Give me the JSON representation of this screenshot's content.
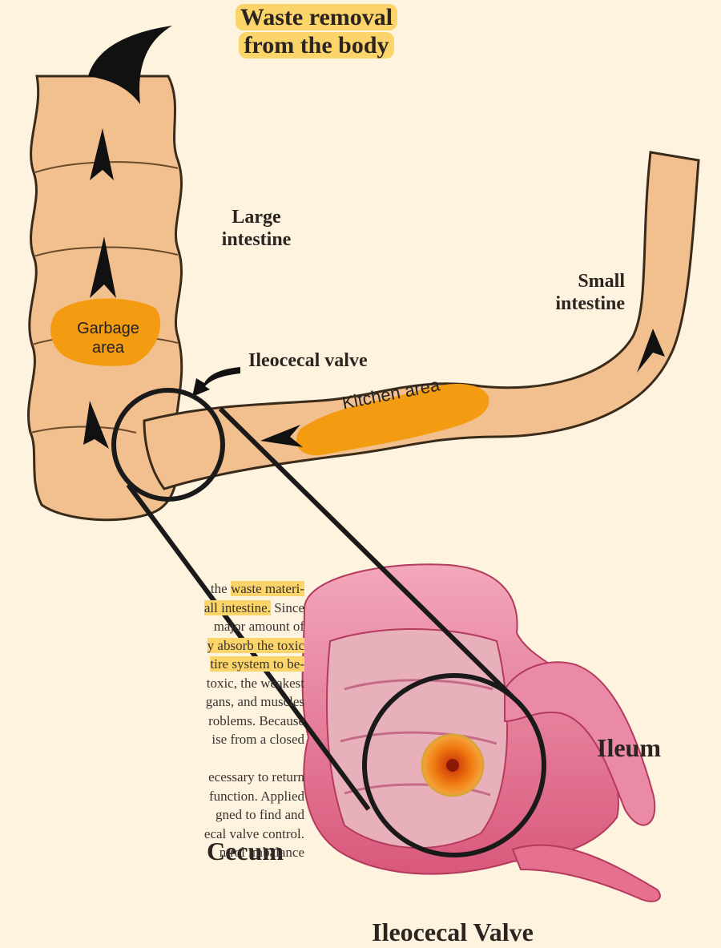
{
  "labels": {
    "waste_removal_1": "Waste removal",
    "waste_removal_2": "from the body",
    "large_intestine_1": "Large",
    "large_intestine_2": "intestine",
    "small_intestine_1": "Small",
    "small_intestine_2": "intestine",
    "ileocecal_valve": "Ileocecal valve",
    "garbage_area_1": "Garbage",
    "garbage_area_2": "area",
    "kitchen_area": "Kitchen area",
    "ileum": "Ileum",
    "cecum": "Cecum",
    "ileocecal_valve_caption": "Ileocecal Valve"
  },
  "body_text": {
    "lines": [
      {
        "plain": "the ",
        "highlight": "waste materi-"
      },
      {
        "plain": "",
        "highlight": "all intestine.",
        "tail": " Since"
      },
      {
        "plain": "major amount of"
      },
      {
        "plain": "",
        "highlight": "y absorb the toxic"
      },
      {
        "plain": "",
        "highlight": "tire system to be-"
      },
      {
        "plain": "toxic, the weakest"
      },
      {
        "plain": "gans, and muscles"
      },
      {
        "plain": "roblems. Because"
      },
      {
        "plain": "ise from a closed"
      },
      {
        "plain": ""
      },
      {
        "plain": "ecessary to return"
      },
      {
        "plain": "function. Applied"
      },
      {
        "plain": "gned to find and"
      },
      {
        "plain": "ecal valve control."
      },
      {
        "plain": "ntrol imbalance"
      }
    ]
  },
  "colors": {
    "background": "#fdf3df",
    "intestine_fill": "#f2c08f",
    "intestine_outline": "#3a2a1a",
    "highlight": "#fbd46a",
    "area_blob": "#f39c12",
    "tissue_pink": "#e67a98",
    "valve_orange": "#f08a1e"
  }
}
